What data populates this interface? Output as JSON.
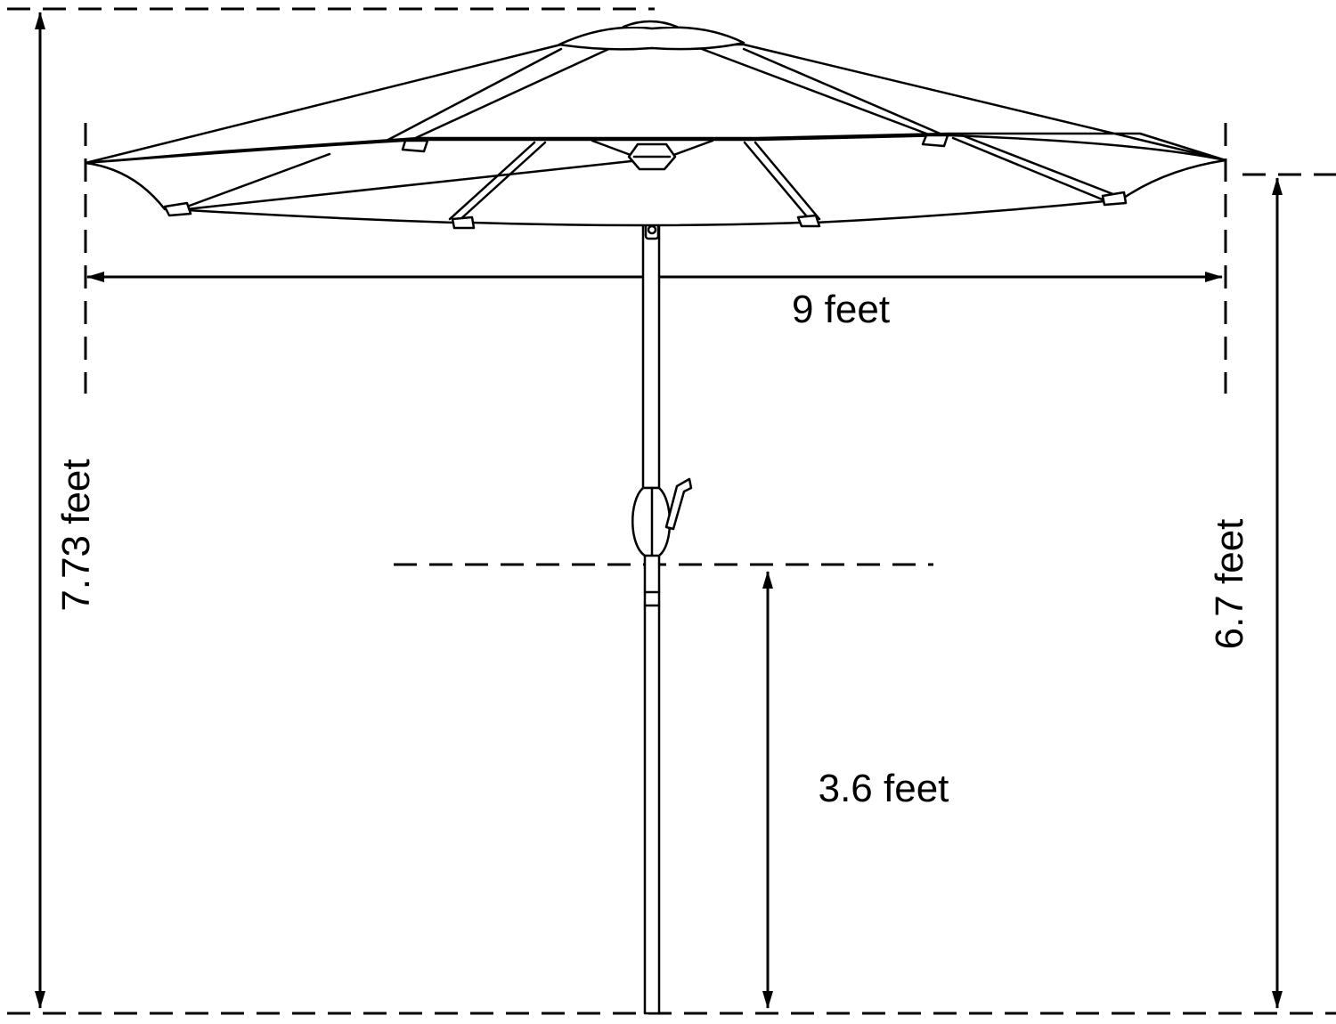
{
  "dimensions": {
    "total_height": "7.73 feet",
    "canopy_width": "9 feet",
    "canopy_clearance": "6.7 feet",
    "crank_height": "3.6 feet"
  },
  "colors": {
    "ink": "#000000",
    "background": "#ffffff"
  }
}
